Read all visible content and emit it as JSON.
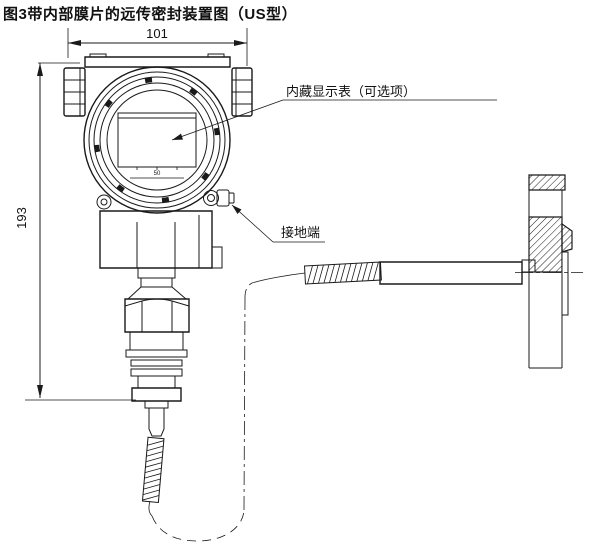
{
  "title": "图3带内部膜片的远传密封装置图（US型）",
  "dimensions": {
    "width_mm": "101",
    "height_mm": "193"
  },
  "labels": {
    "display_label": "内藏显示表（可选项）",
    "ground_label": "接地端",
    "display_scale": "50"
  },
  "colors": {
    "line": "#1a1a1a",
    "background": "#ffffff"
  }
}
